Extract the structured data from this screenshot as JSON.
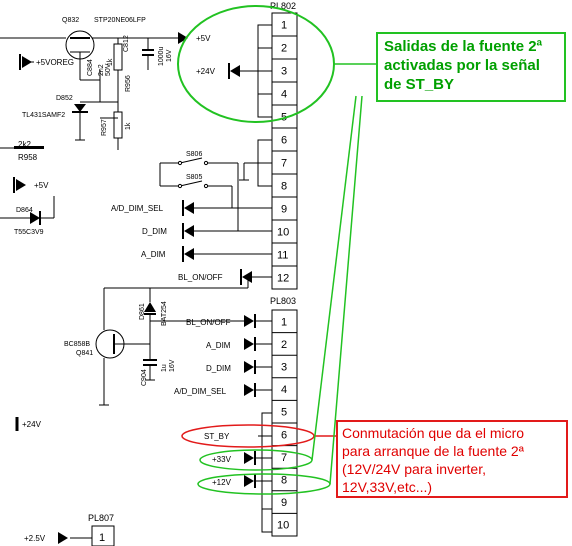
{
  "callouts": {
    "green": [
      "Salidas de la fuente 2ª",
      "activadas por la señal",
      "de ST_BY"
    ],
    "red": [
      "Conmutación que da el micro",
      "para arranque de la fuente 2ª",
      "(12V/24V para inverter,",
      "12V,33V,etc...)"
    ]
  },
  "connectors": {
    "pl802": {
      "name": "PL802",
      "pins": [
        "1",
        "2",
        "3",
        "4",
        "5",
        "6",
        "7",
        "8",
        "9",
        "10",
        "11",
        "12"
      ],
      "signals": [
        "+24V",
        "A/D_DIM_SEL",
        "D_DIM",
        "A_DIM",
        "BL_ON/OFF"
      ]
    },
    "pl803": {
      "name": "PL803",
      "pins": [
        "1",
        "2",
        "3",
        "4",
        "5",
        "6",
        "7",
        "8",
        "9",
        "10"
      ],
      "signals": [
        "BL_ON/OFF",
        "A_DIM",
        "D_DIM",
        "A/D_DIM_SEL",
        "ST_BY",
        "+33V",
        "+12V"
      ]
    },
    "pl807": {
      "name": "PL807",
      "pins": [
        "1"
      ],
      "signals": [
        "+2.5V"
      ]
    }
  },
  "components": {
    "q832": "Q832",
    "q832_part": "STP20NE06LFP",
    "c812": "C812",
    "c812_val1": "1000u",
    "c812_val2": "16V",
    "r956": "R956",
    "r956_val": "1k",
    "c884": "C884",
    "c884_val1": "2n2",
    "c884_val2": "50V",
    "d852": "D852",
    "d852_part": "TL431SAMF2",
    "r957": "R957",
    "r957_val": "1k",
    "r958_val": "2k2",
    "r958": "R958",
    "d864": "D864",
    "d864_part": "T55C3V9",
    "s806": "S806",
    "s805": "S805",
    "d861": "D861",
    "d861_part": "BAT254",
    "q841_part": "BC858B",
    "q841": "Q841",
    "c904": "C904",
    "c904_val1": "1u",
    "c904_val2": "16V"
  },
  "rails": {
    "plus5v_top": "+5V",
    "plus5voreg": "+5VOREG",
    "plus5v_left": "+5V",
    "plus24v_left": "+24V"
  }
}
